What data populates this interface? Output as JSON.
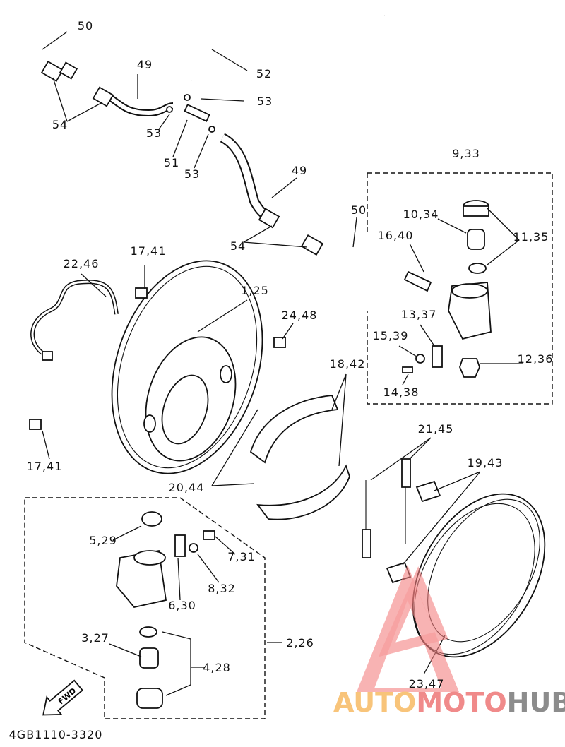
{
  "diagram": {
    "labels": [
      "50",
      "49",
      "52",
      "53",
      "54",
      "53",
      "51",
      "53",
      "9,33",
      "49",
      "50",
      "10,34",
      "16,40",
      "11,35",
      "54",
      "17,41",
      "22,46",
      "1,25",
      "24,48",
      "13,37",
      "15,39",
      "18,42",
      "12,36",
      "14,38",
      "21,45",
      "19,43",
      "17,41",
      "20,44",
      "5,29",
      "7,31",
      "8,32",
      "6,30",
      "3,27",
      "2,26",
      "4,28",
      "23,47"
    ],
    "fwd_arrow": "FWD",
    "drawing_code": "4GB1110-3320"
  },
  "watermark": {
    "part1": "AUTO",
    "part2": "MOTO",
    "part3": "HUB",
    "colors": {
      "auto": "#f8c47a",
      "moto": "#f08a8a",
      "hub": "#8c8c8c",
      "triangle": "#f47f7f"
    }
  }
}
